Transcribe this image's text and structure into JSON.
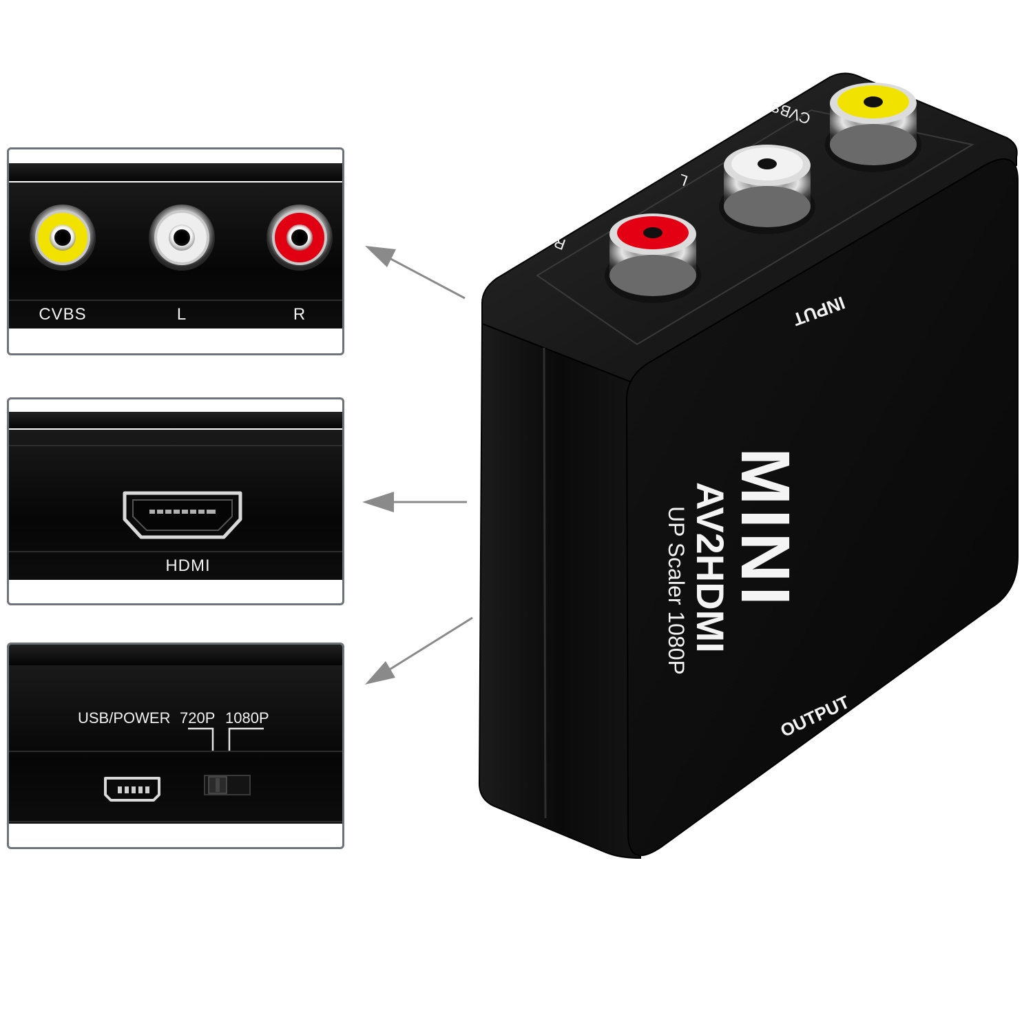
{
  "panels": {
    "audio_video": {
      "cvbs_label": "CVBS",
      "left_label": "L",
      "right_label": "R"
    },
    "hdmi": {
      "hdmi_label": "HDMI"
    },
    "power": {
      "usb_label": "USB/POWER",
      "switch_720_label": "720P",
      "switch_1080_label": "1080P"
    }
  },
  "device": {
    "brand_label": "MINI",
    "model_label": "AV2HDMI",
    "subtitle_label": "UP Scaler 1080P",
    "input_label": "INPUT",
    "output_label": "OUTPUT",
    "cvbs_label": "CVBS",
    "left_label": "L",
    "right_label": "R"
  },
  "colors": {
    "device_body": "#0e0e0e",
    "panel_border": "#6d7378",
    "jack_yellow": "#f2e200",
    "jack_red": "#e00012",
    "jack_white": "#eeeeee",
    "arrow": "#8a8a8a"
  }
}
